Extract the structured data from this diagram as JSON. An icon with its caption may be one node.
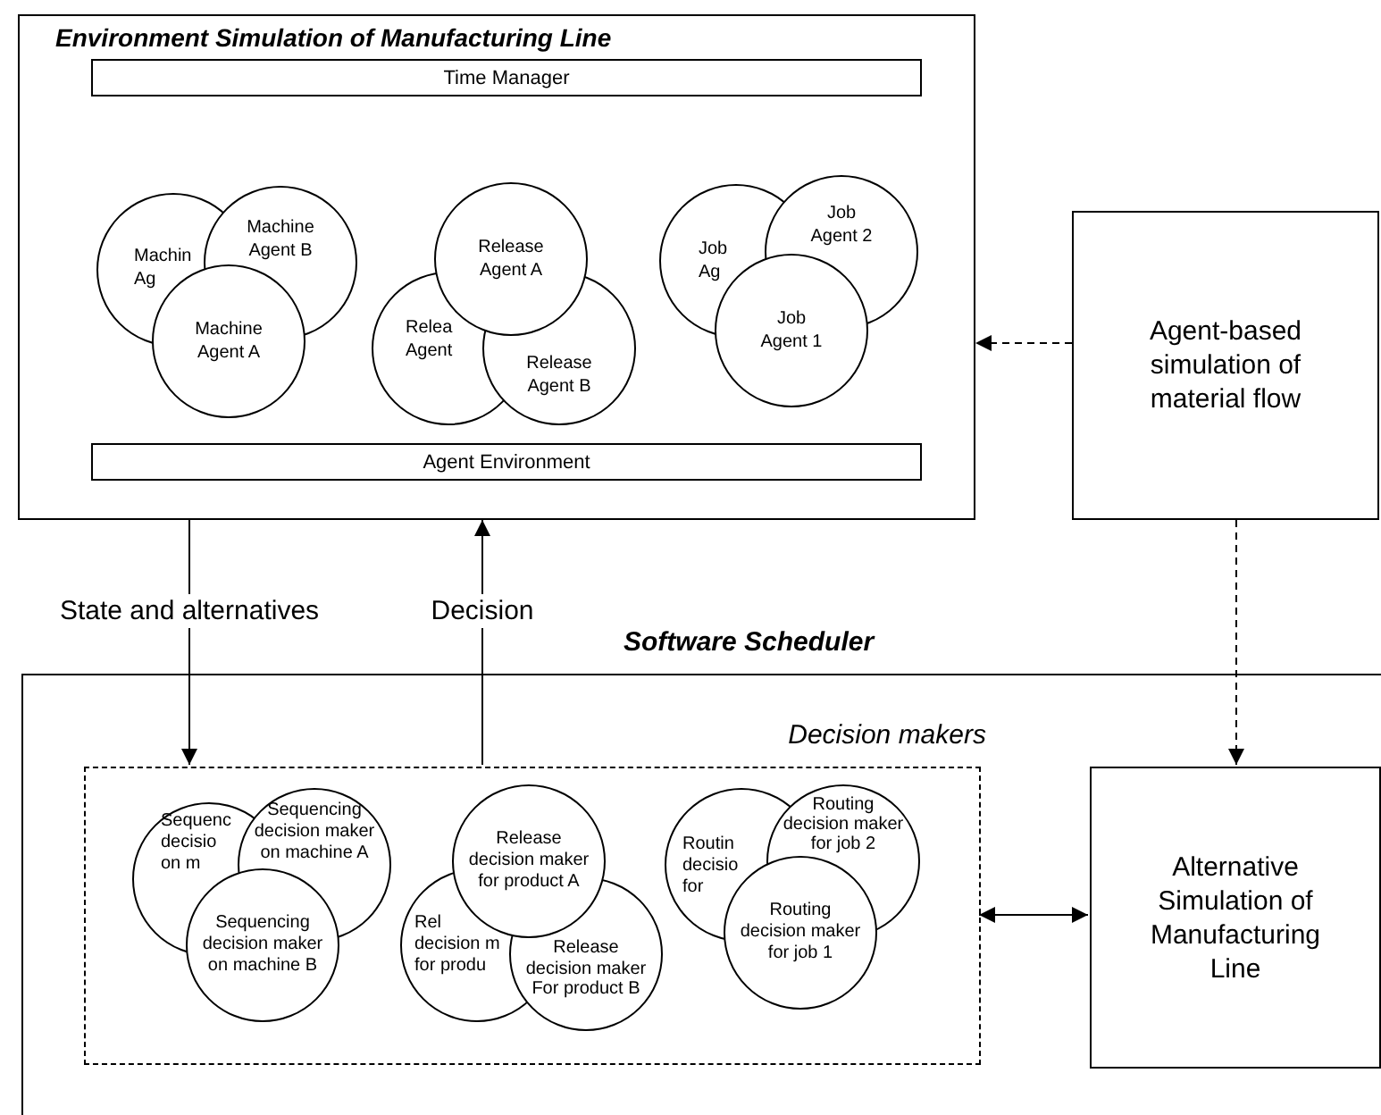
{
  "diagram": {
    "nodes": [
      {
        "text": [
          "Environment Simulation of Manufacturing Line"
        ]
      },
      {
        "text": [
          "Time Manager"
        ],
        "in": 0
      },
      {
        "text": [
          "Machin Ag"
        ],
        "in": 0
      },
      {
        "text": [
          "Machine Agent B"
        ],
        "in": 0
      },
      {
        "text": [
          "Machine Agent A"
        ],
        "in": 0
      },
      {
        "text": [
          "Release Agent A"
        ],
        "in": 0
      },
      {
        "text": [
          "Relea Agent"
        ],
        "in": 0
      },
      {
        "text": [
          "Release Agent B"
        ],
        "in": 0
      },
      {
        "text": [
          "Job Ag"
        ],
        "in": 0
      },
      {
        "text": [
          "Job Agent 2"
        ],
        "in": 0
      },
      {
        "text": [
          "Job Agent 1"
        ],
        "in": 0
      },
      {
        "text": [
          "Agent Environment"
        ],
        "in": 0
      },
      {
        "text": [
          "Agent-based simulation of material flow"
        ]
      },
      {
        "text": [
          "Software Scheduler"
        ]
      },
      {
        "text": [
          "Decision makers"
        ],
        "in": 13
      },
      {
        "text": [
          "Sequenc decisio on m"
        ],
        "in": 14
      },
      {
        "text": [
          "Sequencing decision maker on machine A"
        ],
        "in": 14
      },
      {
        "text": [
          "Sequencing decision maker on machine B"
        ],
        "in": 14
      },
      {
        "text": [
          "Release decision maker for product A"
        ],
        "in": 14
      },
      {
        "text": [
          "Rel decision m for produ"
        ],
        "in": 14
      },
      {
        "text": [
          "Release decision maker For product B"
        ],
        "in": 14
      },
      {
        "text": [
          "Routin decisio for"
        ],
        "in": 14
      },
      {
        "text": [
          "Routing decision maker for job 2"
        ],
        "in": 14
      },
      {
        "text": [
          "Routing decision maker for job 1"
        ],
        "in": 14
      },
      {
        "text": [
          "Alternative Simulation of Manufacturing Line"
        ],
        "in": 13
      }
    ],
    "edges": [
      {
        "from": 0,
        "to": 14,
        "arrow": "to",
        "label": "State and alternatives"
      },
      {
        "from": 14,
        "to": 0,
        "arrow": "to",
        "label": "Decision"
      },
      {
        "from": 12,
        "to": 0,
        "arrow": "to",
        "style": "dashed"
      },
      {
        "from": 12,
        "to": 24,
        "arrow": "to",
        "style": "dashed"
      },
      {
        "from": 14,
        "to": 24,
        "arrow": "both"
      }
    ]
  }
}
